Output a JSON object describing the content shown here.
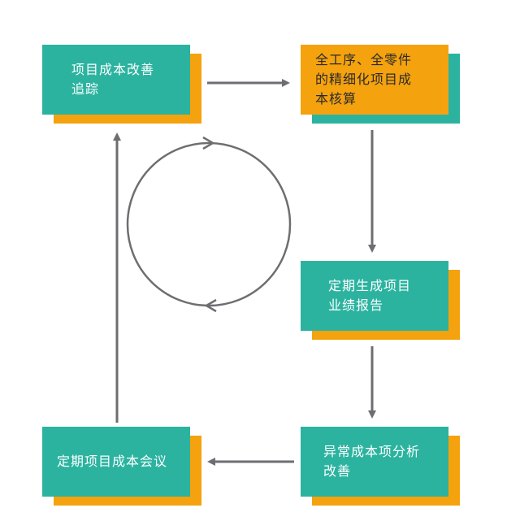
{
  "nodes": {
    "tracking": {
      "label": "项目成本改善\n追踪"
    },
    "accounting": {
      "label": "全工序、全零件\n的精细化项目成\n本核算"
    },
    "report": {
      "label": "定期生成项目\n业绩报告"
    },
    "analysis": {
      "label": "异常成本项分析\n改善"
    },
    "meeting": {
      "label": "定期项目成本会议"
    }
  },
  "colors": {
    "teal": "#2bb3a0",
    "orange": "#f5a20f",
    "arrow": "#6d6e71"
  }
}
